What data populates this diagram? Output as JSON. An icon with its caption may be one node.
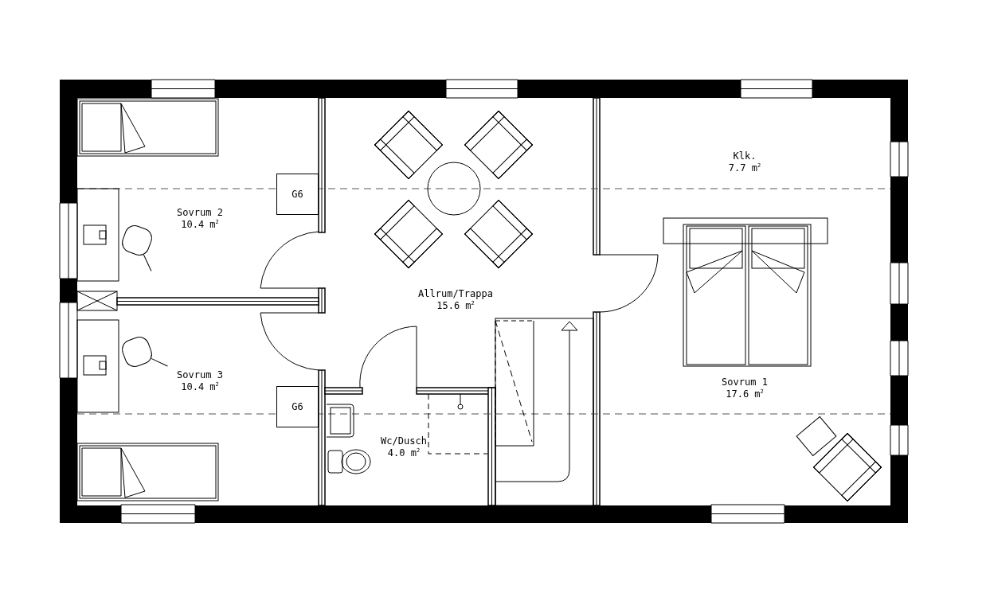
{
  "diagram": {
    "nodes": [
      {
        "text": [
          "G6"
        ]
      },
      {
        "text": [
          "G6"
        ]
      }
    ],
    "labels": [
      "Klk.",
      "7.7 m$^{2}$",
      "Sovrum 2",
      "10.4 m$^{2}$",
      "Allrum/Trappa",
      "15.6 m$^{2}$",
      "Sovrum 3",
      "10.4 m$^{2}$",
      "Sovrum 1",
      "17.6 m$^{2}$",
      "Wc/Dusch",
      "4.0 m$^{2}$"
    ]
  }
}
